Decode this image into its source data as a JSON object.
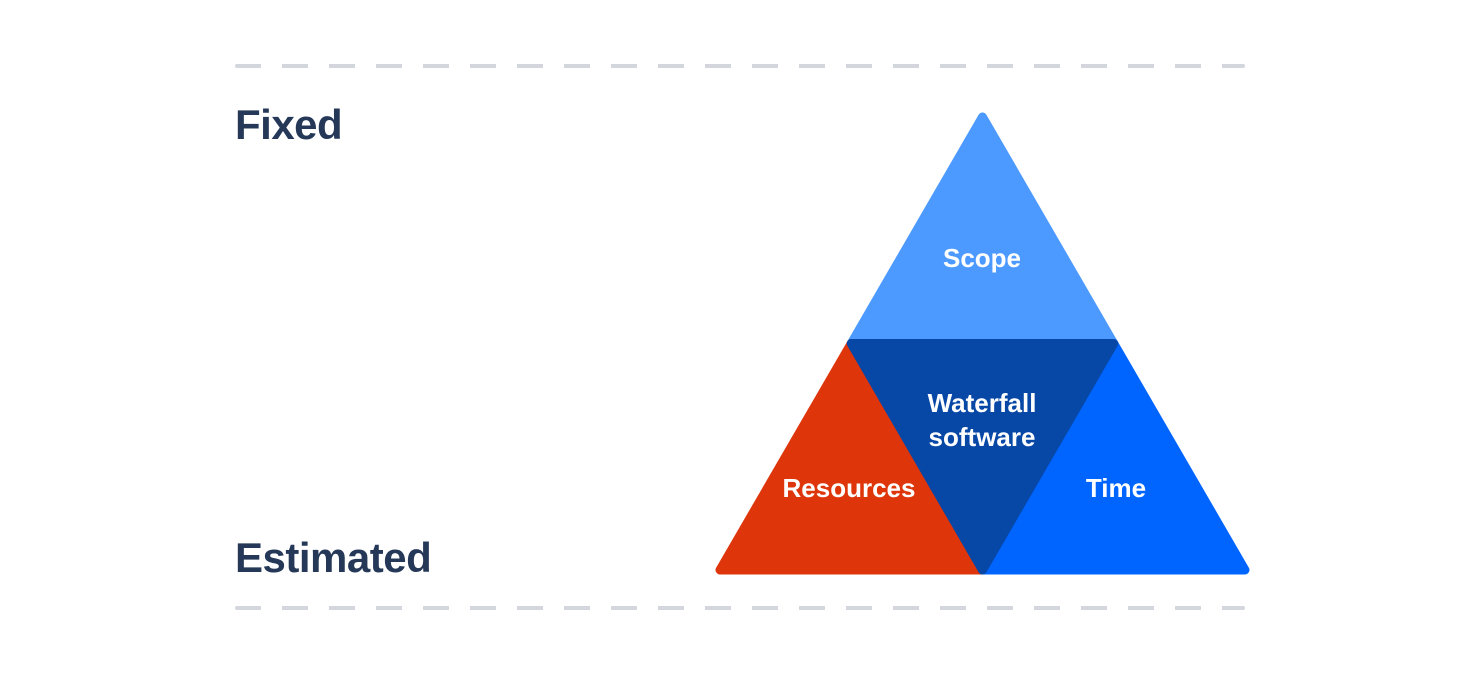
{
  "page": {
    "background": "#FFFFFF"
  },
  "boundary_lines": {
    "dash_color": "#D3D7DD"
  },
  "side_labels": {
    "fixed": "Fixed",
    "estimated": "Estimated",
    "text_color": "#253858"
  },
  "triangle": {
    "text_color": "#FFFFFF",
    "scope": {
      "label": "Scope",
      "color": "#4C9AFF"
    },
    "resources": {
      "label": "Resources",
      "color": "#DE350B"
    },
    "time": {
      "label": "Time",
      "color": "#0065FF"
    },
    "center": {
      "line1": "Waterfall",
      "line2": "software",
      "color": "#0747A6"
    }
  }
}
